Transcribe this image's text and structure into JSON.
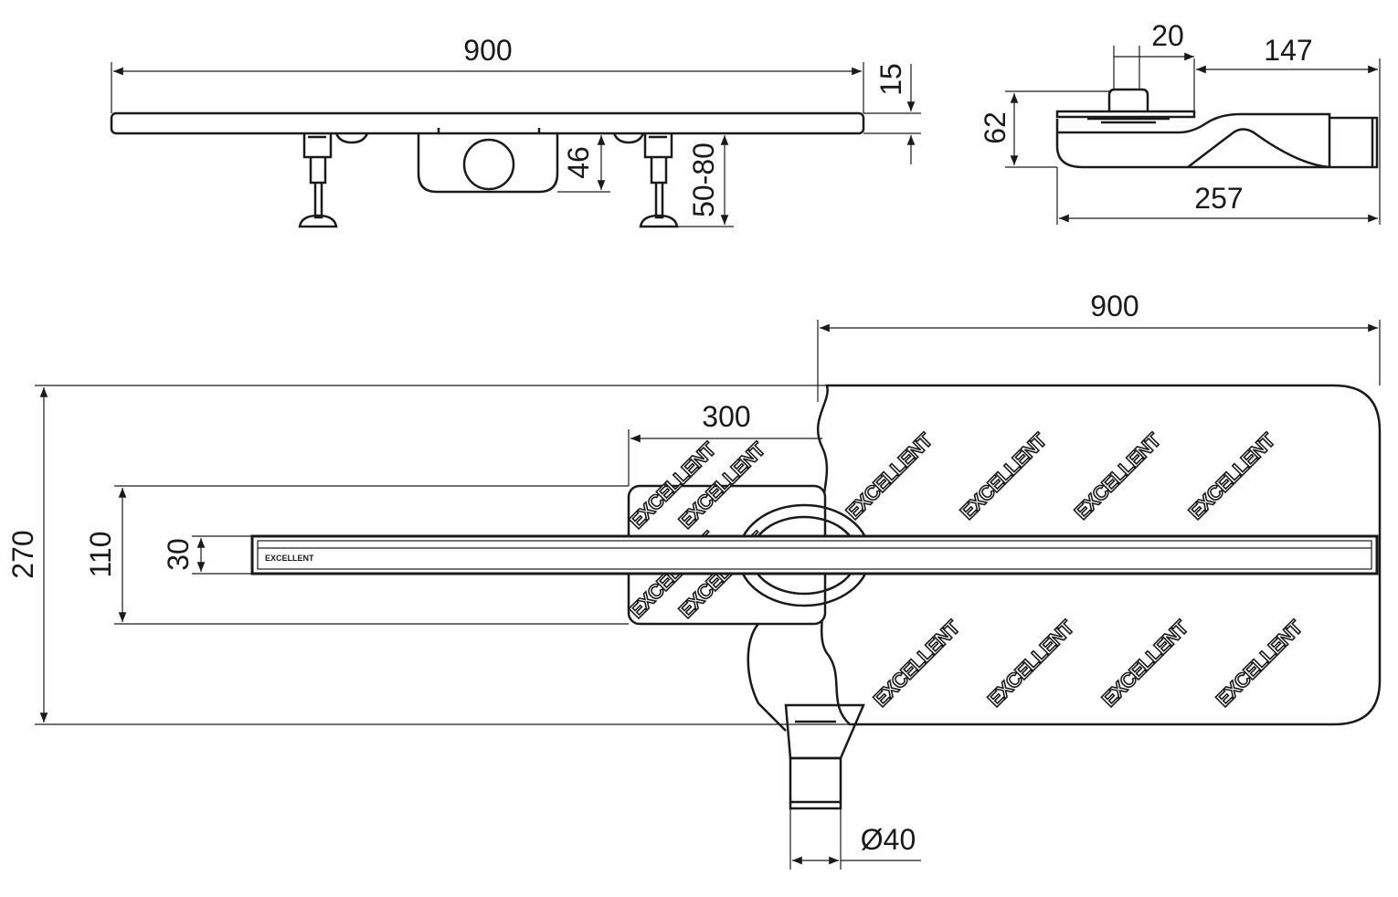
{
  "top_view": {
    "length": "900",
    "thickness": "15",
    "drain_height": "46",
    "foot_height": "50-80"
  },
  "side_view": {
    "grate_width": "20",
    "outlet_length": "147",
    "height": "62",
    "total_length": "257"
  },
  "plan_view": {
    "membrane_length": "900",
    "fleece_length": "300",
    "membrane_width": "270",
    "fleece_width": "110",
    "channel_width": "30",
    "outlet_diameter": "Ø40"
  },
  "watermark": "EXCELLENT"
}
